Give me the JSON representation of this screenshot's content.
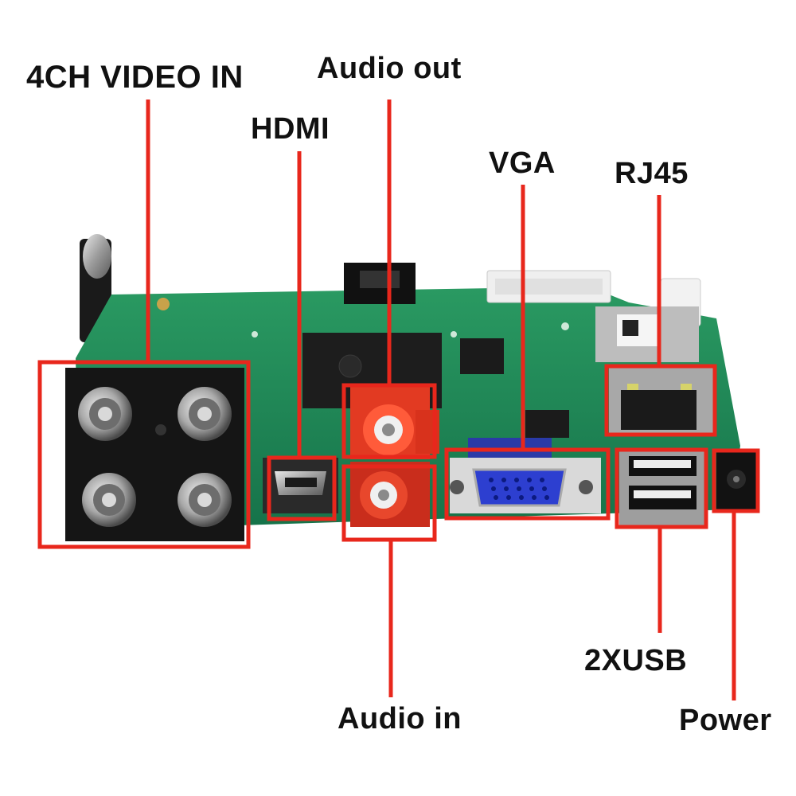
{
  "accent_color": "#e8271c",
  "board_color": "#1f8a55",
  "labels": {
    "video_in": "4CH VIDEO IN",
    "audio_out": "Audio out",
    "hdmi": "HDMI",
    "vga": "VGA",
    "rj45": "RJ45",
    "usb": "2XUSB",
    "audio_in": "Audio in",
    "power": "Power"
  }
}
